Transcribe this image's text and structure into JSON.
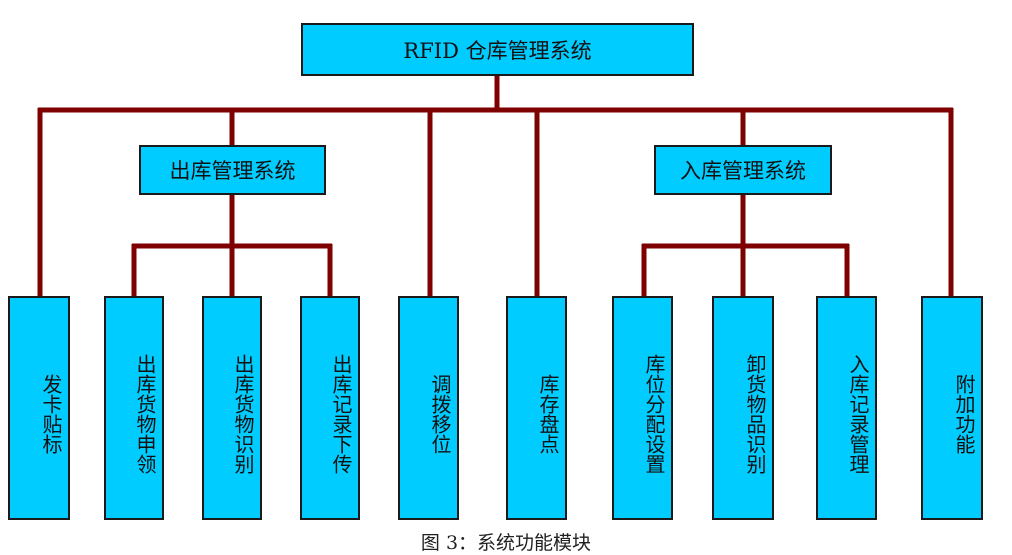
{
  "diagram": {
    "root": {
      "label": "RFID 仓库管理系统"
    },
    "subsystems": [
      {
        "label": "出库管理系统"
      },
      {
        "label": "入库管理系统"
      }
    ],
    "leaves": [
      {
        "label": "发卡贴标"
      },
      {
        "label": "出库货物申领"
      },
      {
        "label": "出库货物识别"
      },
      {
        "label": "出库记录下传"
      },
      {
        "label": "调拨移位"
      },
      {
        "label": "库存盘点"
      },
      {
        "label": "库位分配设置"
      },
      {
        "label": "卸货物品识别"
      },
      {
        "label": "入库记录管理"
      },
      {
        "label": "附加功能"
      }
    ],
    "caption": "图 3：系统功能模块"
  },
  "colors": {
    "box_fill": "#00ccff",
    "connector": "#7f0000"
  }
}
